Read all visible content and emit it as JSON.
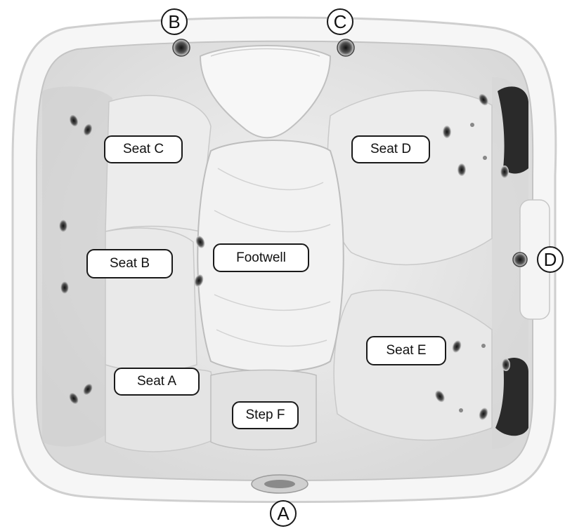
{
  "seats": {
    "seat_c": "Seat C",
    "seat_d": "Seat D",
    "seat_b": "Seat B",
    "footwell": "Footwell",
    "seat_e": "Seat E",
    "seat_a": "Seat A",
    "step_f": "Step F"
  },
  "markers": {
    "a": "A",
    "b": "B",
    "c": "C",
    "d": "D"
  },
  "colors": {
    "shell": "#e6e6e6",
    "rim": "#f4f4f4",
    "outline": "#1a1a1a",
    "headrest": "#2a2a2a"
  }
}
